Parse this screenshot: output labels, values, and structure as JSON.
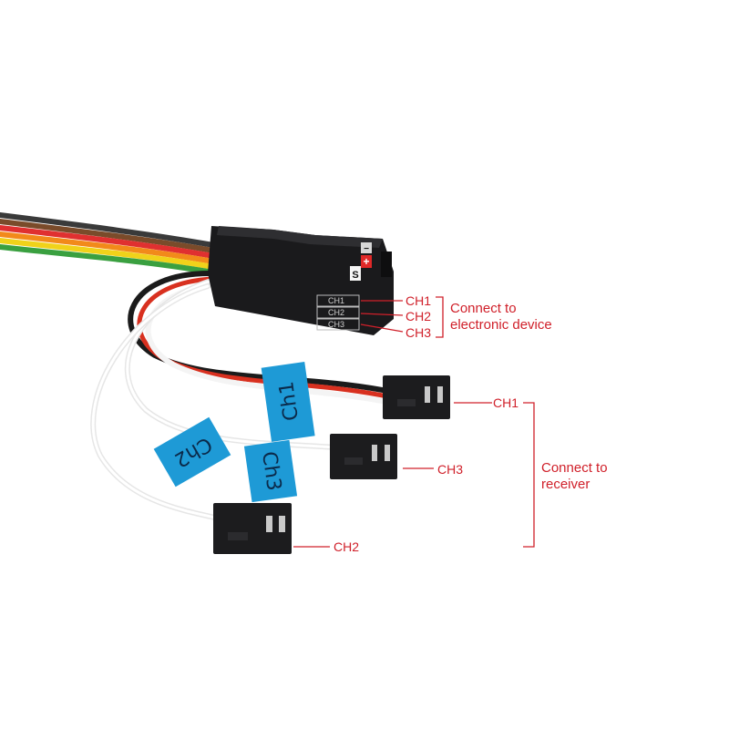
{
  "module": {
    "ports": {
      "minus": "−",
      "plus": "+",
      "signal": "S"
    },
    "port_labels": [
      "CH1",
      "CH2",
      "CH3"
    ]
  },
  "tapes": {
    "ch1": "Ch1",
    "ch2": "Ch2",
    "ch3": "Ch3"
  },
  "device_callouts": {
    "ch1": "CH1",
    "ch2": "CH2",
    "ch3": "CH3",
    "group_label_line1": "Connect to",
    "group_label_line2": "electronic device"
  },
  "receiver_callouts": {
    "ch1": "CH1",
    "ch2": "CH2",
    "ch3": "CH3",
    "group_label_line1": "Connect to",
    "group_label_line2": "receiver"
  },
  "colors": {
    "callout_red": "#d0202a",
    "tape_blue": "#1e9ad6",
    "module_black": "#1a1a1c",
    "wire_white": "#f2f2f2"
  }
}
